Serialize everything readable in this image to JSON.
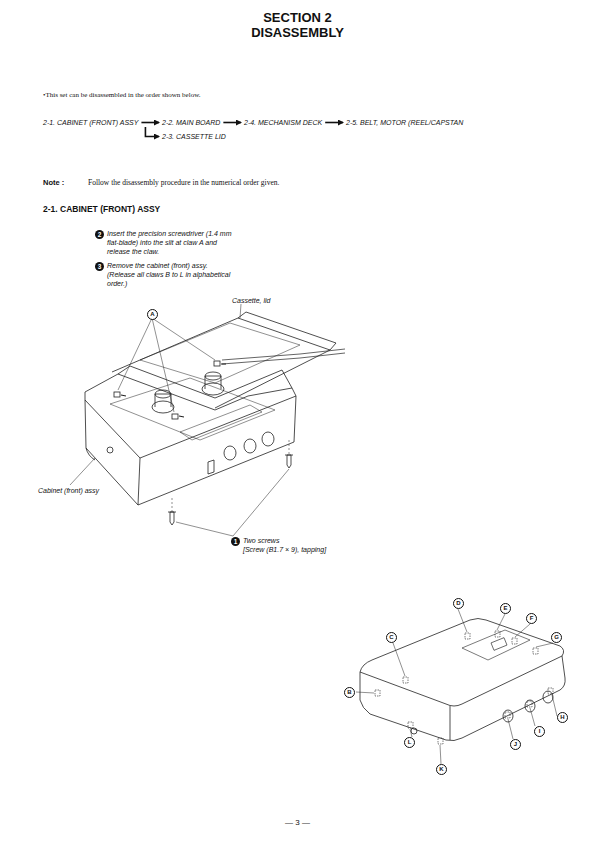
{
  "diagram": {
    "title": "SECTION 2 DISASSEMBLY",
    "nodes": [
      {
        "text": [
          "2-1. CABINET (FRONT) ASSY"
        ]
      },
      {
        "text": [
          "2-2. MAIN BOARD"
        ]
      },
      {
        "text": [
          "2-4. MECHANISM DECK"
        ]
      },
      {
        "text": [
          "2-5. BELT, MOTOR (REEL/CAPSTAN"
        ]
      },
      {
        "text": [
          "2-3. CASSETTE LID"
        ]
      }
    ],
    "edges": [
      {
        "from": 0,
        "to": 1,
        "arrow": "to"
      },
      {
        "from": 1,
        "to": 2,
        "arrow": "to"
      },
      {
        "from": 2,
        "to": 3,
        "arrow": "to"
      },
      {
        "from": 0,
        "to": 4,
        "arrow": "to"
      }
    ],
    "labels": [
      "•This set can be disassembled in the order shown below.",
      "Note :",
      "Follow the disassembly procedure in the numerical order given.",
      "2-1. CABINET (FRONT) ASSY",
      "2",
      "Insert the precision screwdriver (1.4 mm flat-blade) into the slit at claw A and release the claw.",
      "3",
      "Remove the cabinet (front) assy. (Release all claws B to L in alphabetical order.)",
      "Cassette, lid",
      "A",
      "Cabinet (front) assy",
      "1",
      "Two screws",
      "[Screw (B1.7 × 9), tapping]",
      "D",
      "E",
      "F",
      "C",
      "G",
      "B",
      "H",
      "L",
      "I",
      "J",
      "K",
      "— 3 —"
    ]
  }
}
